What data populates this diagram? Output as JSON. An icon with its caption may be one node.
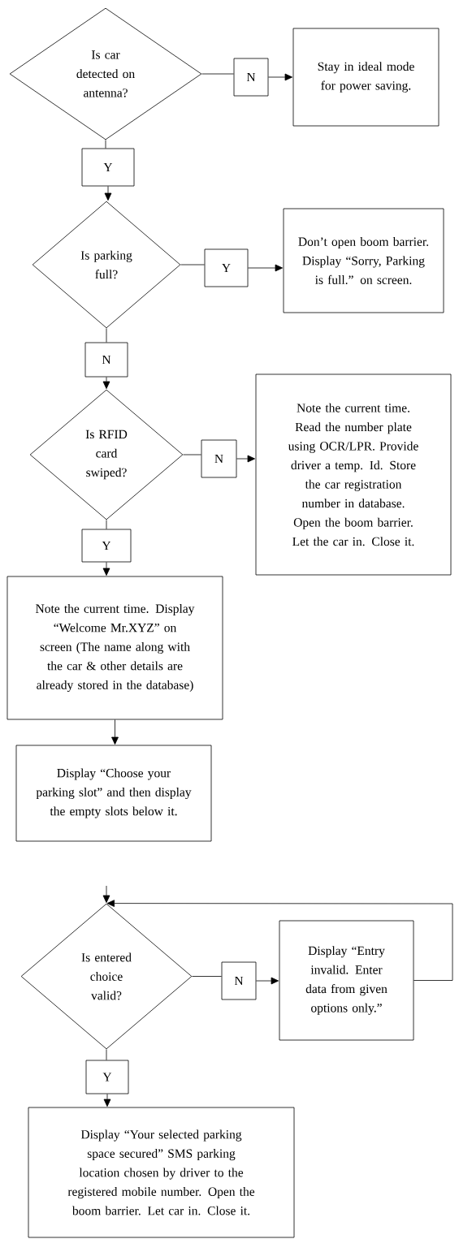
{
  "diagram": {
    "nodes": [
      {
        "text": [
          "Is car detected on antenna?"
        ]
      },
      {
        "text": [
          "N"
        ]
      },
      {
        "text": [
          "Stay in ideal mode for power saving."
        ]
      },
      {
        "text": [
          "Y"
        ]
      },
      {
        "text": [
          "Is parking full?"
        ]
      },
      {
        "text": [
          "Y"
        ]
      },
      {
        "text": [
          "Don’t open boom barrier. Display “Sorry, Parking is full.” on screen."
        ]
      },
      {
        "text": [
          "N"
        ]
      },
      {
        "text": [
          "Is RFID card swiped?"
        ]
      },
      {
        "text": [
          "N"
        ]
      },
      {
        "text": [
          "Note the current time. Read the number plate using OCR/LPR. Provide driver a temp. Id. Store the car registration number in database. Open the boom barrier. Let the car in. Close it."
        ]
      },
      {
        "text": [
          "Y"
        ]
      },
      {
        "text": [
          "Note the current time. Display “Welcome Mr.XYZ” on screen (The name along with the car & other details are already stored in the database)"
        ]
      },
      {
        "text": [
          "Display “Choose your parking slot” and then display the empty slots below it."
        ]
      },
      {
        "text": [
          "Is entered choice valid?"
        ]
      },
      {
        "text": [
          "N"
        ]
      },
      {
        "text": [
          "Display “Entry invalid. Enter data from given options only.”"
        ]
      },
      {
        "text": [
          "Y"
        ]
      },
      {
        "text": [
          "Display “Your selected parking space secured” SMS parking location chosen by driver to the registered mobile number. Open the boom barrier. Let car in. Close it."
        ]
      }
    ],
    "edges": [
      {
        "from": 0,
        "to": 1,
        "arrow": "none"
      },
      {
        "from": 1,
        "to": 2,
        "arrow": "to"
      },
      {
        "from": 0,
        "to": 3,
        "arrow": "none"
      },
      {
        "from": 3,
        "to": 4,
        "arrow": "to"
      },
      {
        "from": 4,
        "to": 5,
        "arrow": "none"
      },
      {
        "from": 5,
        "to": 6,
        "arrow": "to"
      },
      {
        "from": 4,
        "to": 7,
        "arrow": "none"
      },
      {
        "from": 7,
        "to": 8,
        "arrow": "to"
      },
      {
        "from": 8,
        "to": 9,
        "arrow": "none"
      },
      {
        "from": 9,
        "to": 10,
        "arrow": "to"
      },
      {
        "from": 8,
        "to": 11,
        "arrow": "none"
      },
      {
        "from": 11,
        "to": 12,
        "arrow": "to"
      },
      {
        "from": 12,
        "to": 13,
        "arrow": "to"
      },
      {
        "from": null,
        "to": 14,
        "arrow": "to"
      },
      {
        "from": 16,
        "to": 14,
        "arrow": "to"
      },
      {
        "from": 14,
        "to": 15,
        "arrow": "none"
      },
      {
        "from": 15,
        "to": 16,
        "arrow": "to"
      },
      {
        "from": 14,
        "to": 17,
        "arrow": "none"
      },
      {
        "from": 17,
        "to": 18,
        "arrow": "to"
      }
    ]
  }
}
